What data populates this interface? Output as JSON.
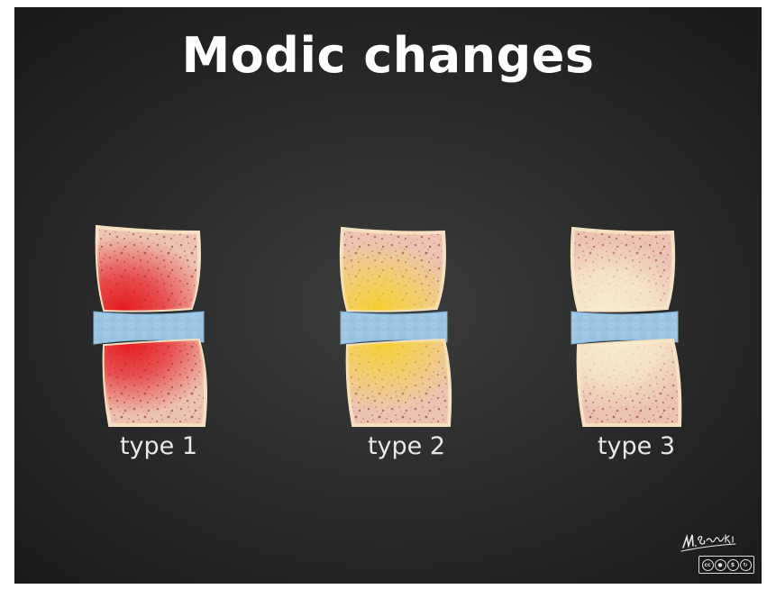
{
  "title": "Modic changes",
  "panels": [
    {
      "label": "type 1",
      "lesion_color": "#e11d1d",
      "lesion_style": "red"
    },
    {
      "label": "type 2",
      "lesion_color": "#f2cf2e",
      "lesion_style": "yellow"
    },
    {
      "label": "type 3",
      "lesion_color": "#f6ecc8",
      "lesion_style": "pale"
    }
  ],
  "colors": {
    "background": "#2b2b2b",
    "bone_marrow": "#ecc3b3",
    "bone_speckle": "#b96c61",
    "cortex_rim": "#f3dcbe",
    "disc": "#9ac3e2"
  },
  "signature": {
    "text": "M. Sokolski"
  },
  "license_badge": {
    "icons": [
      "cc",
      "by",
      "nc",
      "sa"
    ]
  }
}
